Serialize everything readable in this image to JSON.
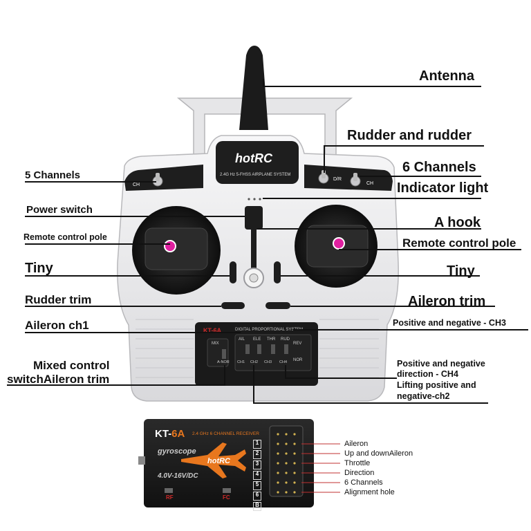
{
  "transmitter": {
    "brand": "hotRC",
    "brand_sub": "2.4G Hz 5-FHSS AIRPLANE SYSTEM",
    "labels": {
      "antenna": "Antenna",
      "rudder": "Rudder and rudder",
      "five_channels": "5 Channels",
      "six_channels": "6 Channels",
      "indicator_light": "Indicator light",
      "power_switch": "Power switch",
      "a_hook": "A hook",
      "remote_pole_left": "Remote control pole",
      "remote_pole_right": "Remote control pole",
      "tiny_left": "Tiny",
      "tiny_right": "Tiny",
      "rudder_trim": "Rudder trim",
      "aileron_trim": "Aileron trim",
      "aileron_ch1": "Aileron ch1",
      "pos_neg_ch3": "Positive and negative - CH3",
      "mixed_control_1": "Mixed control",
      "mixed_control_2": "switchAileron trim",
      "pos_neg_ch4_1": "Positive and negative",
      "pos_neg_ch4_2": "direction - CH4",
      "lifting_1": "Lifting positive and",
      "lifting_2": "negative-ch2"
    },
    "panel": {
      "title": "DIGITAL PROPORTIONAL SYSTEM",
      "model": "KT-6A",
      "mix": "MIX",
      "ail": "AIL",
      "ele": "ELE",
      "thr": "THR",
      "rud": "RUD",
      "rev": "REV",
      "a_nor": "A-NOR",
      "nor": "NOR",
      "ch1": "CH1",
      "ch2": "CH2",
      "ch3": "CH3",
      "ch4": "CH4",
      "dr": "D/R",
      "ch_left": "CH",
      "ch_right": "CH"
    }
  },
  "receiver": {
    "model_prefix": "KT-",
    "model_suffix": "6A",
    "freq": "2.4 GHz 6 CHANNEL RECEIVER",
    "gyroscope": "gyroscope",
    "brand": "hotRC",
    "voltage": "4.0V-16V/DC",
    "rf": "RF",
    "fc": "FC",
    "channels": [
      "1",
      "2",
      "3",
      "4",
      "5",
      "6",
      "B"
    ],
    "port_labels": [
      "Aileron",
      "Up and downAileron",
      "Throttle",
      "Direction",
      "6 Channels",
      "Alignment hole"
    ]
  },
  "colors": {
    "body": "#e9e9eb",
    "dark": "#1c1c1c",
    "accent_red": "#d22a2a",
    "gimbal_pink": "#e020a0",
    "receiver_orange": "#e8771e"
  }
}
